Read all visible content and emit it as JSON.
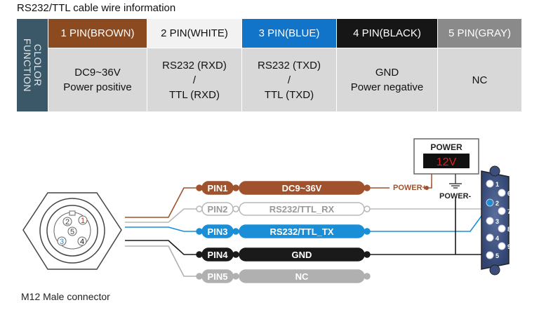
{
  "caption": "RS232/TTL cable wire information",
  "table": {
    "row_header_lines": [
      "CLOLOR",
      "FUNCTION"
    ],
    "columns": [
      {
        "header": "1 PIN(BROWN)",
        "bg": "#8b4a20",
        "fg": "#ffffff",
        "lines": [
          "DC9~36V",
          "Power positive"
        ]
      },
      {
        "header": "2 PIN(WHITE)",
        "bg": "#f2f2f2",
        "fg": "#111111",
        "lines": [
          "RS232 (RXD)",
          "/",
          "TTL (RXD)"
        ]
      },
      {
        "header": "3 PIN(BLUE)",
        "bg": "#1274c8",
        "fg": "#ffffff",
        "lines": [
          "RS232 (TXD)",
          "/",
          "TTL (TXD)"
        ]
      },
      {
        "header": "4 PIN(BLACK)",
        "bg": "#161616",
        "fg": "#ffffff",
        "lines": [
          "GND",
          "Power negative"
        ]
      },
      {
        "header": "5 PIN(GRAY)",
        "bg": "#8a8a8a",
        "fg": "#ffffff",
        "lines": [
          "NC"
        ]
      }
    ]
  },
  "diagram": {
    "connector_label": "M12 Male connector",
    "connector_pins": [
      "1",
      "2",
      "3",
      "4",
      "5"
    ],
    "power_supply": {
      "title": "POWER",
      "display": "12V",
      "plus_label": "POWER+",
      "minus_label": "POWER-"
    },
    "wires": [
      {
        "pin": "PIN1",
        "label": "DC9~36V",
        "color": "#a0522d"
      },
      {
        "pin": "PIN2",
        "label": "RS232/TTL_RX",
        "color": "#e6e6e6"
      },
      {
        "pin": "PIN3",
        "label": "RS232/TTL_TX",
        "color": "#1a8fd8"
      },
      {
        "pin": "PIN4",
        "label": "GND",
        "color": "#1a1a1a"
      },
      {
        "pin": "PIN5",
        "label": "NC",
        "color": "#b0b0b0"
      }
    ],
    "db9_pins": [
      "1",
      "2",
      "3",
      "4",
      "5",
      "6",
      "7",
      "8",
      "9"
    ]
  }
}
